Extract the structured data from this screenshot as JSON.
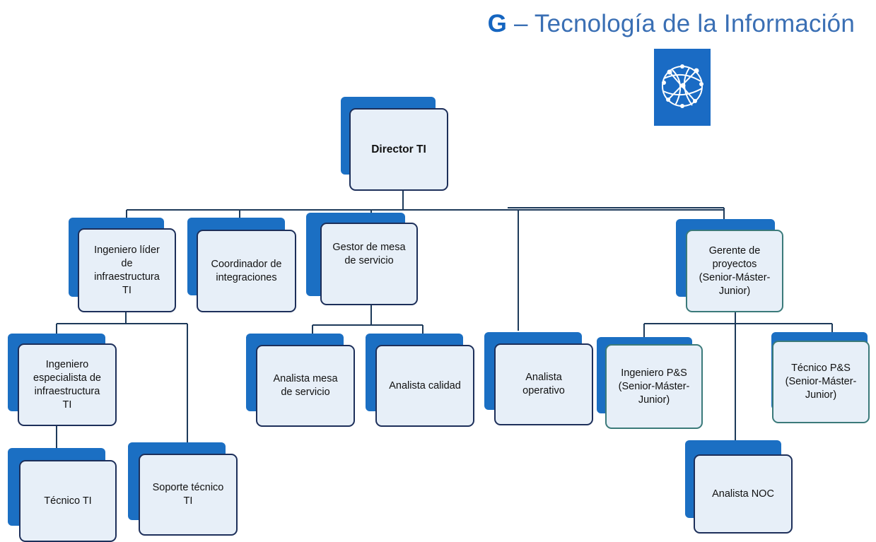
{
  "header": {
    "title_letter": "G",
    "title_rest": " – Tecnología de la Información",
    "icon": "network-globe-icon"
  },
  "colors": {
    "accent": "#1b6fc3",
    "box_fill": "#e7eff8",
    "box_border": "#1d2f5a",
    "teal_border": "#3b7a7a",
    "title": "#3a6fb4"
  },
  "org": {
    "director": "Director TI",
    "ing_lider": "Ingeniero líder\nde\ninfraestructura\nTI",
    "coord_integ": "Coordinador de\nintegraciones",
    "gestor_mesa": "Gestor de mesa\nde servicio",
    "gerente_proy": "Gerente de\nproyectos\n(Senior-Máster-\nJunior)",
    "ing_especialista": "Ingeniero\nespecialista de\ninfraestructura\nTI",
    "analista_mesa": "Analista mesa\nde servicio",
    "analista_calidad": "Analista calidad",
    "analista_operativo": "Analista\noperativo",
    "ing_ps": "Ingeniero P&S\n(Senior-Máster-\nJunior)",
    "tecnico_ps": "Técnico P&S\n(Senior-Máster-\nJunior)",
    "tecnico_ti": "Técnico TI",
    "soporte_tecnico": "Soporte técnico\nTI",
    "analista_noc": "Analista NOC"
  }
}
